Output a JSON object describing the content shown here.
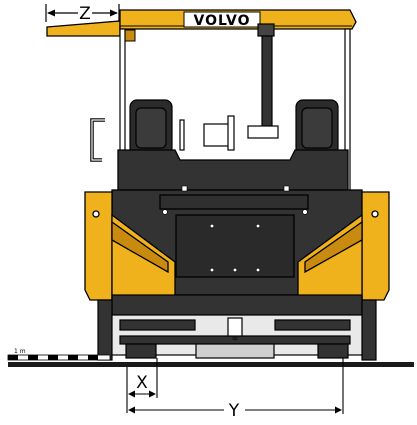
{
  "diagram": {
    "brand_logo": "VOLVO",
    "dimension_labels": {
      "z": "Z",
      "x": "X",
      "y": "Y"
    },
    "scale_bar": {
      "label": "1 m"
    }
  },
  "colors": {
    "machine_yellow": "#f0b21c",
    "yellow_shadow": "#c98a10",
    "machine_dark": "#333333",
    "machine_darker": "#1e1e1e",
    "outline": "#000000",
    "ground": "#1a1a1a"
  }
}
